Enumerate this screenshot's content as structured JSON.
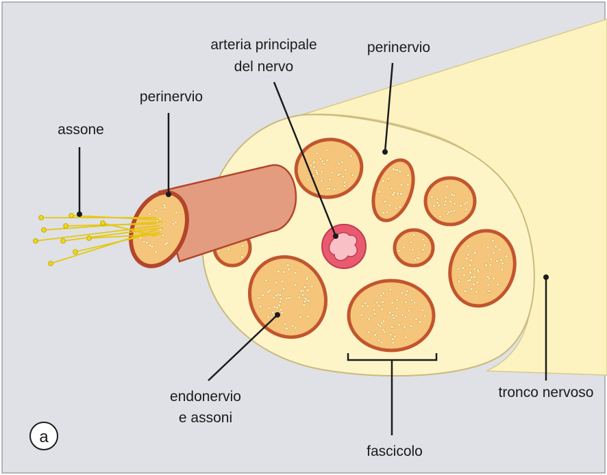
{
  "labels": {
    "axon": "assone",
    "perineurium_left": "perinervio",
    "artery_line1": "arteria principale",
    "artery_line2": "del nervo",
    "perineurium_right": "perinervio",
    "endoneurium_line1": "endonervio",
    "endoneurium_line2": "e assoni",
    "fascicle": "fascicolo",
    "trunk": "tronco nervoso",
    "panel": "a"
  },
  "colors": {
    "background": "#dfe1e6",
    "trunk_fill": "#fcf3c0",
    "trunk_face": "#fdf4c8",
    "fascicle_fill": "#f4c57b",
    "fascicle_ring": "#c2552e",
    "fascicle_dot": "#fbf4c7",
    "sheath_fill": "#e39c80",
    "sheath_ring": "#b3462a",
    "artery_fill": "#e85a6f",
    "artery_lumen": "#f9c1c6",
    "axon_line": "#e4c70b",
    "axon_tip": "#f1d90c",
    "leader": "#1a1a1a"
  }
}
